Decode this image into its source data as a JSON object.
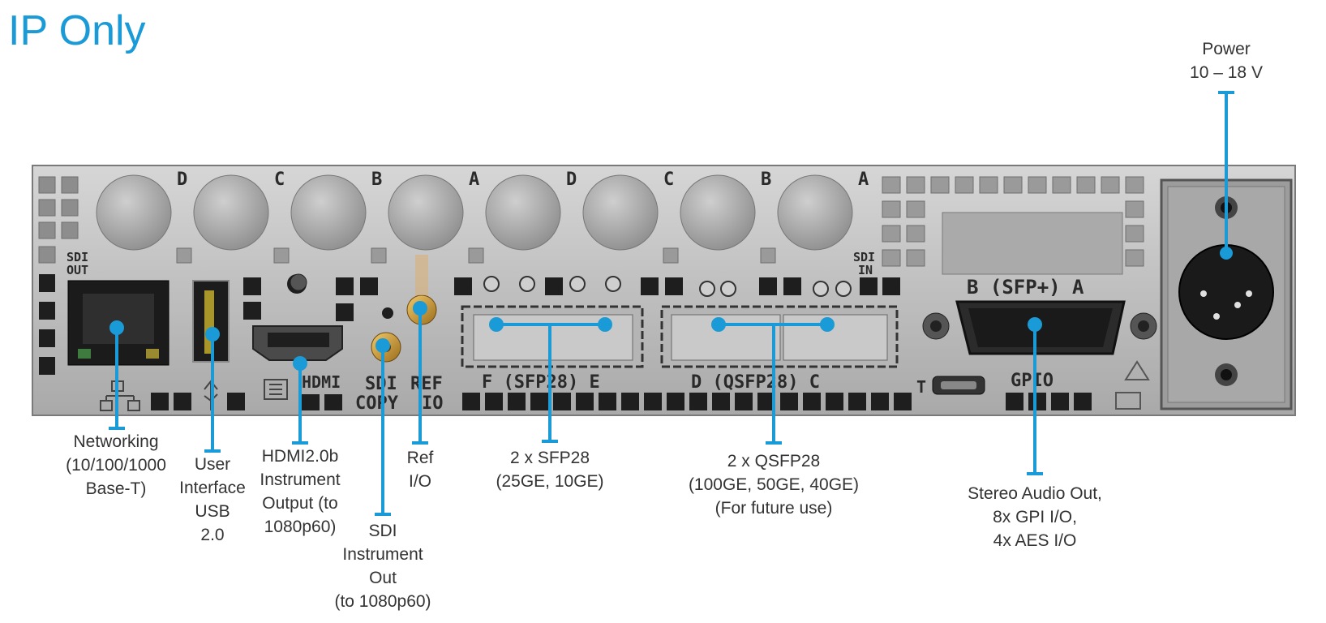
{
  "title": "IP Only",
  "colors": {
    "accent": "#1a9ad6",
    "panel": "#bdbdbd",
    "panel_dark": "#2b2b2b",
    "text": "#333333"
  },
  "panel_labels": {
    "sdi_out_top": [
      "D",
      "C",
      "B",
      "A"
    ],
    "sdi_in_top": [
      "D",
      "C",
      "B",
      "A"
    ],
    "sdi_out": [
      "SDI",
      "OUT"
    ],
    "sdi_in": [
      "SDI",
      "IN"
    ],
    "sfp_plus": "B (SFP+) A",
    "sfp28": "F (SFP28) E",
    "qsfp28": "D (QSFP28) C",
    "hdmi": "HDMI",
    "sdi_copy": [
      "SDI",
      "COPY"
    ],
    "ref_io": [
      "REF",
      "IO"
    ],
    "t": "T",
    "gpio": "GPIO"
  },
  "callouts": {
    "networking": [
      "Networking",
      "(10/100/1000",
      "Base-T)"
    ],
    "usb": [
      "User",
      "Interface",
      "USB",
      "2.0"
    ],
    "hdmi": [
      "HDMI2.0b",
      "Instrument",
      "Output (to",
      "1080p60)"
    ],
    "sdi": [
      "SDI",
      "Instrument",
      "Out",
      "(to 1080p60)"
    ],
    "ref": [
      "Ref",
      "I/O"
    ],
    "sfp28": [
      "2 x SFP28",
      "(25GE, 10GE)"
    ],
    "qsfp28": [
      "2 x QSFP28",
      "(100GE, 50GE, 40GE)",
      "(For future use)"
    ],
    "audio": [
      "Stereo Audio Out,",
      "8x GPI I/O,",
      "4x AES I/O"
    ],
    "power": [
      "Power",
      "10 – 18 V"
    ]
  }
}
